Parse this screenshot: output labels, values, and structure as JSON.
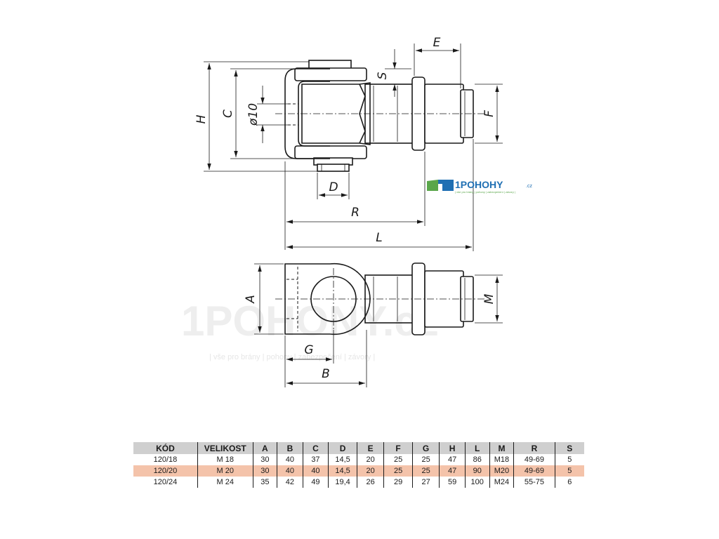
{
  "dimension_labels": {
    "H": "H",
    "C": "C",
    "phi": "ø10",
    "S": "S",
    "E": "E",
    "F": "F",
    "D": "D",
    "R": "R",
    "L": "L",
    "A": "A",
    "M": "M",
    "G": "G",
    "B": "B"
  },
  "logo": {
    "name": "1POHOHY",
    "tld": ".cz",
    "tagline": "| vše pro brány | pohony | zabezpečení | závory |"
  },
  "watermark": {
    "text": "1POHONY.cz",
    "tagline": "| vše pro brány | pohony | zabezpečení | závory |"
  },
  "colors": {
    "header_bg": "#cfcfcf",
    "highlight_row": "#f4c3aa",
    "logo_blue": "#1f6fb3",
    "logo_green": "#5aa64a"
  },
  "table": {
    "headers": [
      "KÓD",
      "VELIKOST",
      "A",
      "B",
      "C",
      "D",
      "E",
      "F",
      "G",
      "H",
      "L",
      "M",
      "R",
      "S"
    ],
    "rows": [
      [
        "120/18",
        "M 18",
        "30",
        "40",
        "37",
        "14,5",
        "20",
        "25",
        "25",
        "47",
        "86",
        "M18",
        "49-69",
        "5"
      ],
      [
        "120/20",
        "M 20",
        "30",
        "40",
        "40",
        "14,5",
        "20",
        "25",
        "25",
        "47",
        "90",
        "M20",
        "49-69",
        "5"
      ],
      [
        "120/24",
        "M 24",
        "35",
        "42",
        "49",
        "19,4",
        "26",
        "29",
        "27",
        "59",
        "100",
        "M24",
        "55-75",
        "6"
      ]
    ],
    "highlighted_row": 1
  }
}
